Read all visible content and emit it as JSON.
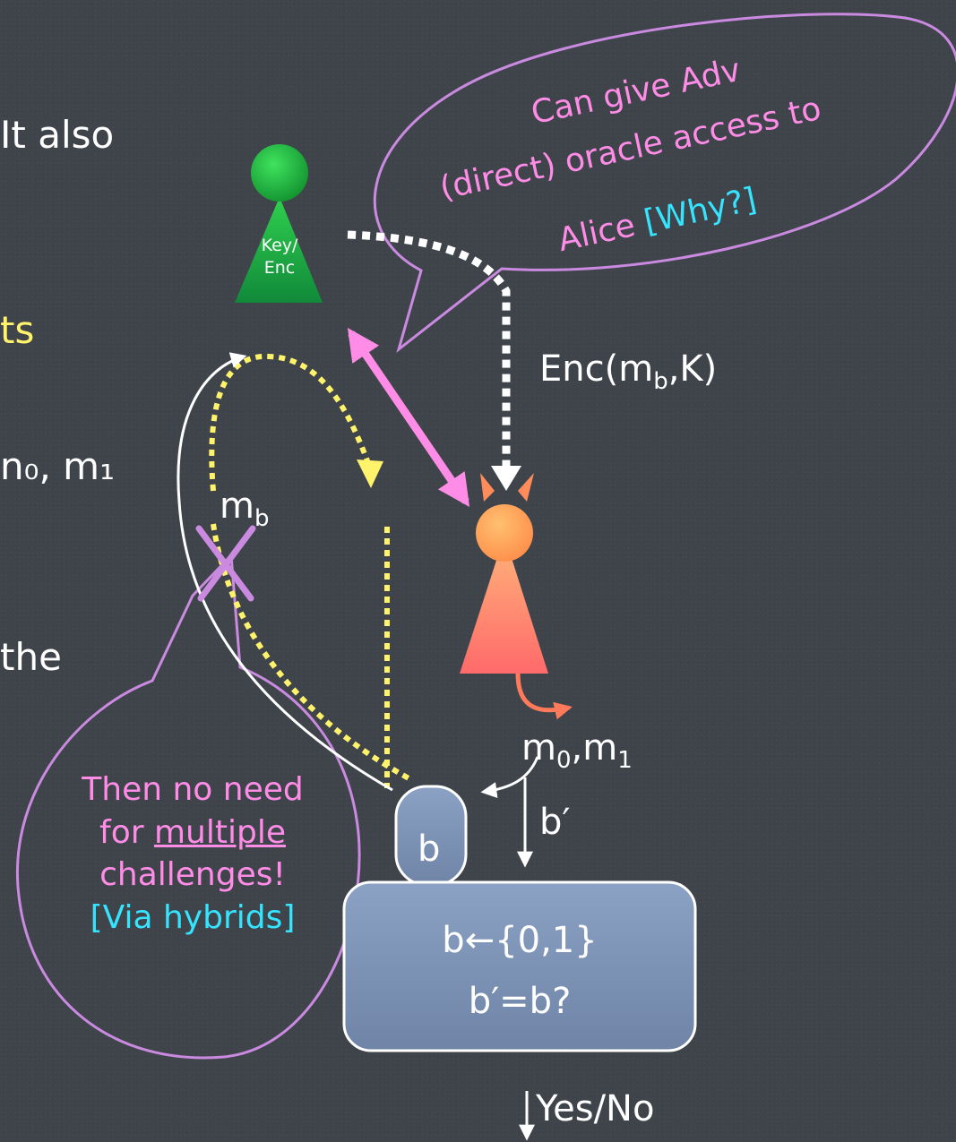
{
  "left_fragments": {
    "line1": "It also",
    "line2": "ts",
    "line3": "n₀, m₁",
    "line4": "the"
  },
  "callout_top": {
    "line1": "Can give Adv",
    "line2": "(direct) oracle access to",
    "line3_text": "Alice ",
    "line3_highlight": "[Why?]"
  },
  "key_enc_label": [
    "Key/",
    "Enc"
  ],
  "enc_label": "Enc(m_b,K)",
  "enc_main": "Enc(m",
  "enc_sub": "b",
  "enc_tail": ",K)",
  "mb_main": "m",
  "mb_sub": "b",
  "m0m1": {
    "m": "m",
    "s0": "0",
    "comma": ",m",
    "s1": "1"
  },
  "bprime": "b′",
  "b_box": "b",
  "challenger": {
    "line1": "b←{0,1}",
    "line2": "b′=b?"
  },
  "yesno": "Yes/No",
  "callout_left": {
    "line1": "Then no need",
    "line2_pre": "for ",
    "line2_u": "multiple",
    "line3": "challenges!",
    "line4": "[Via hybrids]"
  },
  "colors": {
    "background": "#3f444b",
    "pink": "#ff8ce6",
    "callout_outline": "#c98ae0",
    "yellow": "#fff36b",
    "cyan": "#35e4ff",
    "green": "#1c9e3b",
    "orange": "#ff8d5c",
    "challenger_fill": "#7f94b5"
  }
}
